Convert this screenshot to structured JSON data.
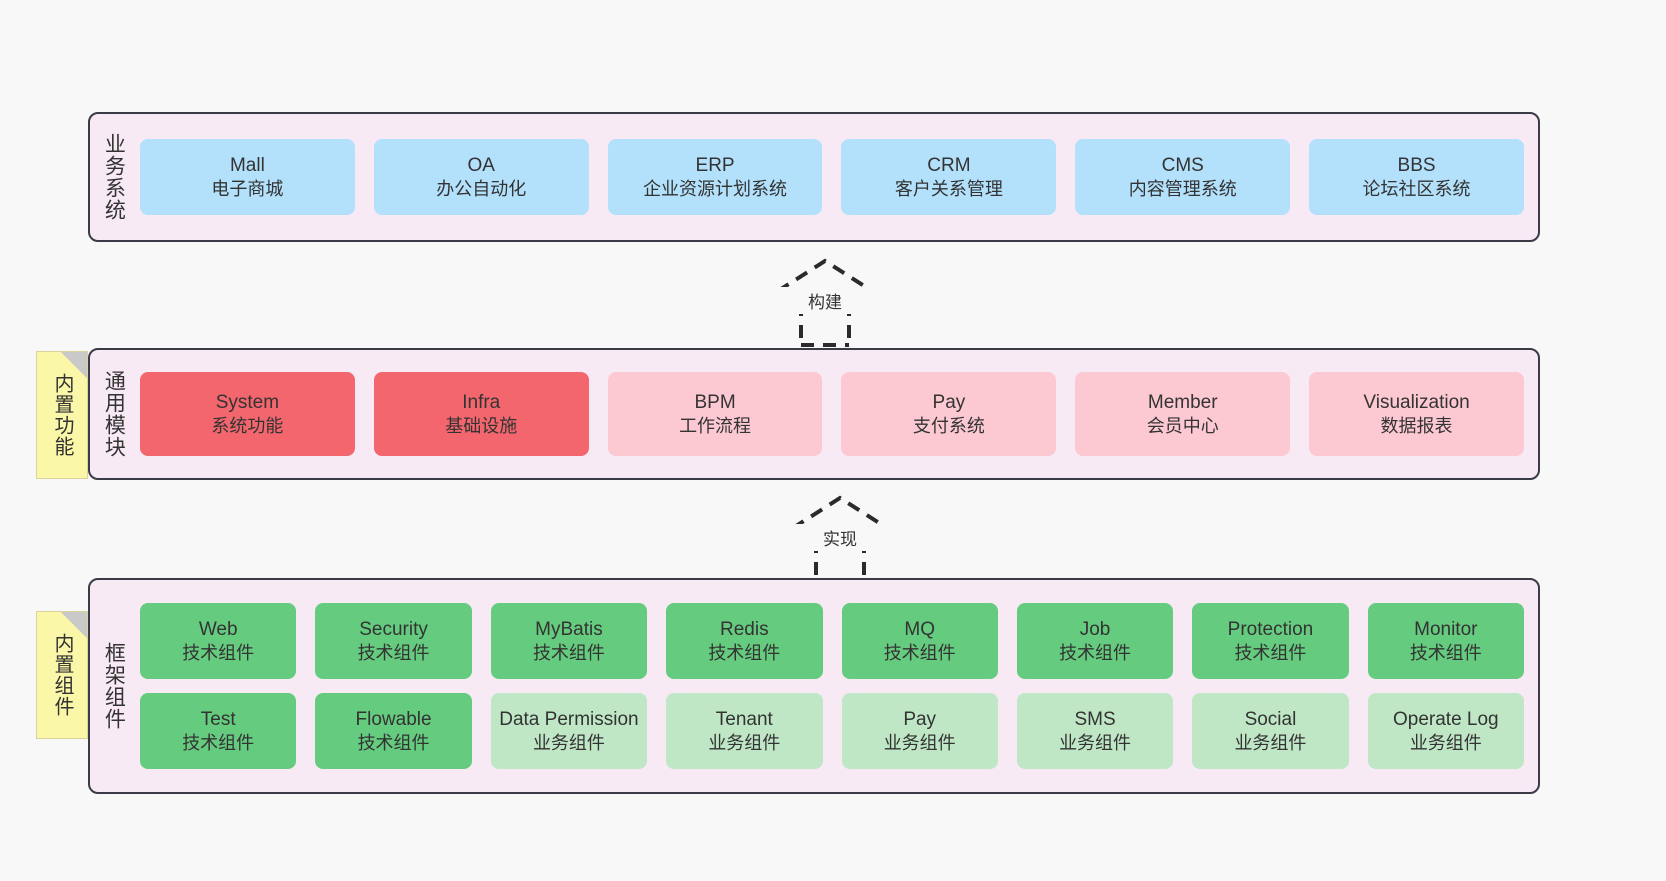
{
  "layers": [
    {
      "id": "business-system",
      "label": "业务系统",
      "rows": [
        {
          "card_style": "c-blue",
          "card_height": "h-business",
          "cards": [
            {
              "title": "Mall",
              "subtitle": "电子商城"
            },
            {
              "title": "OA",
              "subtitle": "办公自动化"
            },
            {
              "title": "ERP",
              "subtitle": "企业资源计划系统"
            },
            {
              "title": "CRM",
              "subtitle": "客户关系管理"
            },
            {
              "title": "CMS",
              "subtitle": "内容管理系统"
            },
            {
              "title": "BBS",
              "subtitle": "论坛社区系统"
            }
          ]
        }
      ]
    },
    {
      "id": "common-module",
      "label": "通用模块",
      "rows": [
        {
          "card_height": "h-module",
          "cards": [
            {
              "title": "System",
              "subtitle": "系统功能",
              "style": "c-red"
            },
            {
              "title": "Infra",
              "subtitle": "基础设施",
              "style": "c-red"
            },
            {
              "title": "BPM",
              "subtitle": "工作流程",
              "style": "c-pink"
            },
            {
              "title": "Pay",
              "subtitle": "支付系统",
              "style": "c-pink"
            },
            {
              "title": "Member",
              "subtitle": "会员中心",
              "style": "c-pink"
            },
            {
              "title": "Visualization",
              "subtitle": "数据报表",
              "style": "c-pink"
            }
          ]
        }
      ]
    },
    {
      "id": "framework-component",
      "label": "框架组件",
      "rows": [
        {
          "card_height": "h-component",
          "cards": [
            {
              "title": "Web",
              "subtitle": "技术组件",
              "style": "c-green"
            },
            {
              "title": "Security",
              "subtitle": "技术组件",
              "style": "c-green"
            },
            {
              "title": "MyBatis",
              "subtitle": "技术组件",
              "style": "c-green"
            },
            {
              "title": "Redis",
              "subtitle": "技术组件",
              "style": "c-green"
            },
            {
              "title": "MQ",
              "subtitle": "技术组件",
              "style": "c-green"
            },
            {
              "title": "Job",
              "subtitle": "技术组件",
              "style": "c-green"
            },
            {
              "title": "Protection",
              "subtitle": "技术组件",
              "style": "c-green"
            },
            {
              "title": "Monitor",
              "subtitle": "技术组件",
              "style": "c-green"
            }
          ]
        },
        {
          "card_height": "h-component",
          "cards": [
            {
              "title": "Test",
              "subtitle": "技术组件",
              "style": "c-green"
            },
            {
              "title": "Flowable",
              "subtitle": "技术组件",
              "style": "c-green"
            },
            {
              "title": "Data Permission",
              "subtitle": "业务组件",
              "style": "c-lightgreen"
            },
            {
              "title": "Tenant",
              "subtitle": "业务组件",
              "style": "c-lightgreen"
            },
            {
              "title": "Pay",
              "subtitle": "业务组件",
              "style": "c-lightgreen"
            },
            {
              "title": "SMS",
              "subtitle": "业务组件",
              "style": "c-lightgreen"
            },
            {
              "title": "Social",
              "subtitle": "业务组件",
              "style": "c-lightgreen"
            },
            {
              "title": "Operate Log",
              "subtitle": "业务组件",
              "style": "c-lightgreen"
            }
          ]
        }
      ]
    }
  ],
  "notes": [
    {
      "id": "builtin-function",
      "label": "内置功能"
    },
    {
      "id": "builtin-component",
      "label": "内置组件"
    }
  ],
  "arrows": [
    {
      "id": "build",
      "label": "构建"
    },
    {
      "id": "implement",
      "label": "实现"
    }
  ],
  "colors": {
    "canvas_background": "#f8f8f8",
    "layer_background": "#f8eaf4",
    "layer_border": "#3b3b47",
    "business_card": "#b3e0fb",
    "module_core_card": "#f4666e",
    "module_card": "#fcc9d3",
    "tech_component_card": "#65cb7e",
    "business_component_card": "#bfe7c6",
    "note_background": "#fbf7a8",
    "text": "#333333"
  }
}
